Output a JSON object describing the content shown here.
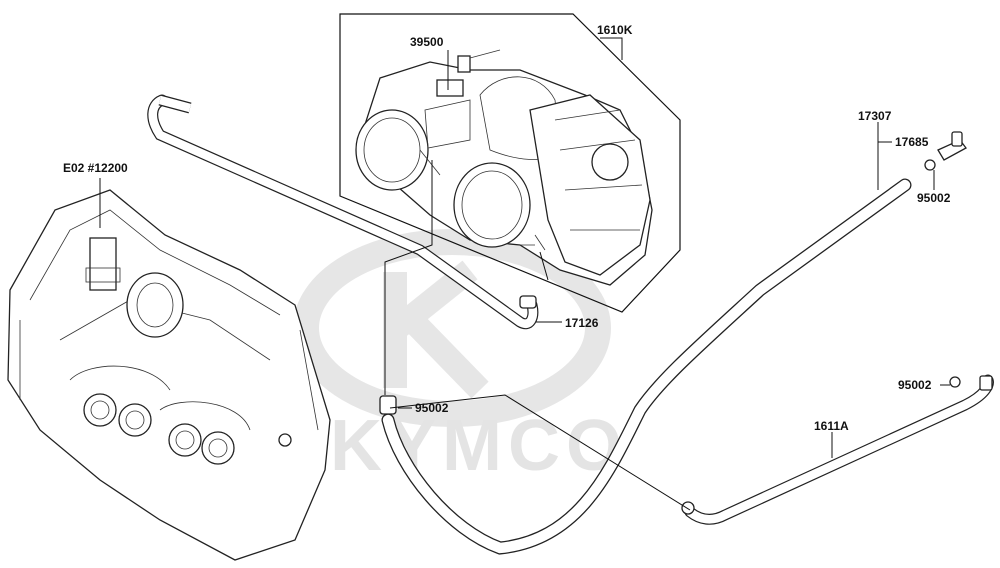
{
  "watermark": {
    "brand": "KYMCO"
  },
  "labels": {
    "p39500": "39500",
    "p1610K": "1610K",
    "pE02": "E02 #12200",
    "p17307": "17307",
    "p17685": "17685",
    "p95002a": "95002",
    "p17126": "17126",
    "p95002b": "95002",
    "p95002c": "95002",
    "p1611A": "1611A"
  }
}
